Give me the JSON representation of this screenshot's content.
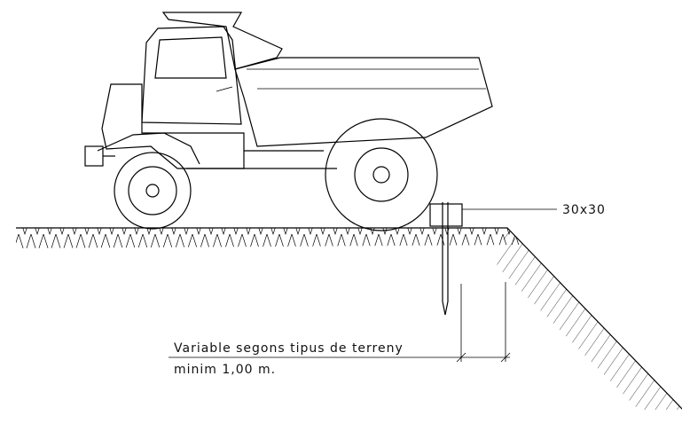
{
  "labels": {
    "block_size": "30x30",
    "distance_line1": "Variable segons tipus de terreny",
    "distance_line2": "minim 1,00 m."
  }
}
